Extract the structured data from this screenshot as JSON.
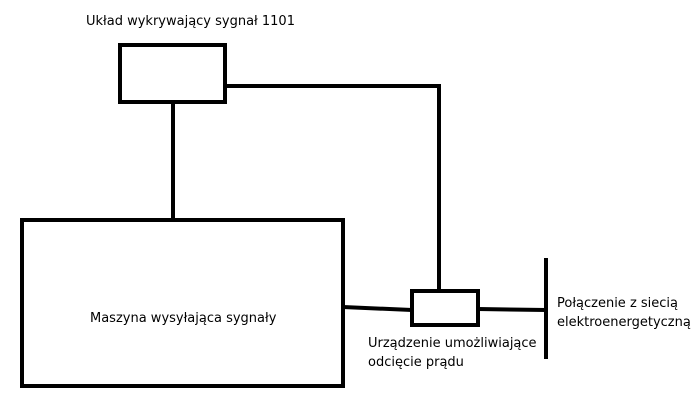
{
  "labels": {
    "detector": "Układ wykrywający sygnał 1101",
    "machine": "Maszyna wysyłająca sygnały",
    "cutoff_device": [
      "Urządzenie umożliwiające",
      "odcięcie prądu"
    ],
    "grid_connection": [
      "Połączenie z siecią",
      "elektroenergetyczną"
    ]
  },
  "colors": {
    "stroke": "#000000",
    "background": "#ffffff"
  }
}
